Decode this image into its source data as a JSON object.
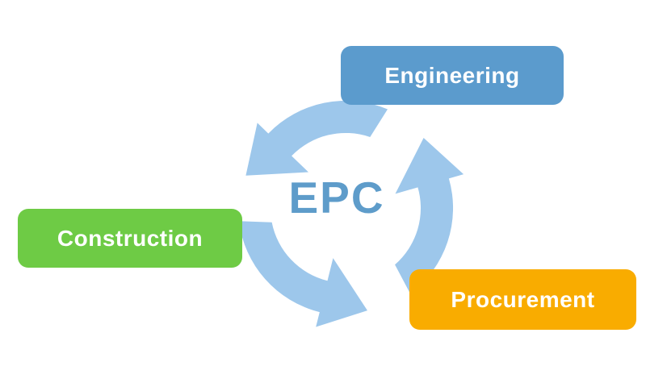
{
  "diagram": {
    "center_label": "EPC",
    "center_label_color": "#5e9cca",
    "arrow_color": "#9dc7eb",
    "background_color": "#ffffff",
    "nodes": [
      {
        "id": "engineering",
        "label": "Engineering",
        "color": "#5b9bcd",
        "text_color": "#ffffff"
      },
      {
        "id": "construction",
        "label": "Construction",
        "color": "#6ecb45",
        "text_color": "#ffffff"
      },
      {
        "id": "procurement",
        "label": "Procurement",
        "color": "#f9ac00",
        "text_color": "#ffffff"
      }
    ]
  }
}
